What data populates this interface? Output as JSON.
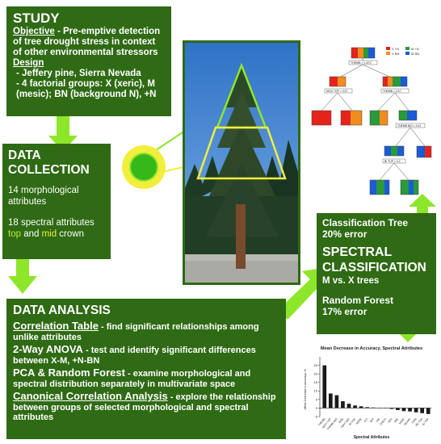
{
  "study": {
    "title": "STUDY",
    "objective_label": "Objective",
    "objective_text": " - Pre-emptive detection of tree drought stress in context of other environmental stressors",
    "design_label": "Design",
    "bullet1": "- Jeffery pine, Sierra Nevada",
    "bullet2": "- 4 factorial groups: X (xeric), M (mesic); BN (background N), +N"
  },
  "collection": {
    "title_line1": "DATA",
    "title_line2": "COLLECTION",
    "morph": "14 morphological attributes",
    "spectral_prefix": "18 spectral attributes",
    "top": "top",
    "and": " and ",
    "mid": "mid",
    "crown": " crown"
  },
  "analysis": {
    "title": "DATA ANALYSIS",
    "items": [
      {
        "label": "Correlation Table",
        "text": " - find significant relationships among unlike attributes"
      },
      {
        "label": "2-Way ANOVA",
        "text": " - test and identify significant differences between X-M, +N-BN"
      },
      {
        "label": "PCA & Random Forest",
        "text": " - examine morphological and spectral distribution separately in multivariate space"
      },
      {
        "label": "Canonical Correlation Analysis",
        "text": " - explore the relationship between groups of selected morphological and spectral attributes"
      }
    ]
  },
  "classification": {
    "tree_label": "Classification Tree",
    "tree_error": "20% error",
    "title_line1": "SPECTRAL",
    "title_line2": "CLASSIFICATION",
    "subtitle": "M vs. X trees",
    "rf_label": "Random Forest",
    "rf_error": "17% error"
  },
  "colors": {
    "box": "#2f6a14",
    "arrow": "#8ee62a",
    "top_crown": "#b9ee3a",
    "mid_crown": "#f2ee3c"
  },
  "decision_tree": {
    "root_split": "THEMB > 1.672",
    "node_labels": [
      "NDVI TOP > 0.37",
      "THEMB > 2.37",
      "THEMB NIG > 0.41",
      "BI TOP > 0.2"
    ],
    "legend": [
      "X +N",
      "X BN",
      "M +N",
      "M BN"
    ]
  },
  "chart_data": {
    "type": "bar",
    "title": "Mean Decrease in Accuracy, Spectral Attributes",
    "xlabel": "Spectral Attributes",
    "ylabel": "Mean Decrease in Accuracy, %",
    "ylim": [
      -5,
      30
    ],
    "yticks": [
      -5,
      0,
      5,
      10,
      15,
      20,
      25
    ],
    "categories": [
      "THEMB",
      "NDVI TOP",
      "THEMB MID",
      "RGB",
      "NDVI MID",
      "RI TOP",
      "NDRE",
      "EVI",
      "SIPI",
      "PRI",
      "GNDVI",
      "NDII",
      "WBI",
      "NDWI",
      "MCARI",
      "PSRI",
      "RE TOP",
      "BI TOP"
    ],
    "values": [
      25,
      8.5,
      7.5,
      4,
      2.5,
      1.5,
      1,
      0.5,
      0.3,
      0.2,
      0.1,
      -0.5,
      -1.2,
      -1.8,
      -2,
      -2.5,
      -3,
      -3.5
    ]
  }
}
